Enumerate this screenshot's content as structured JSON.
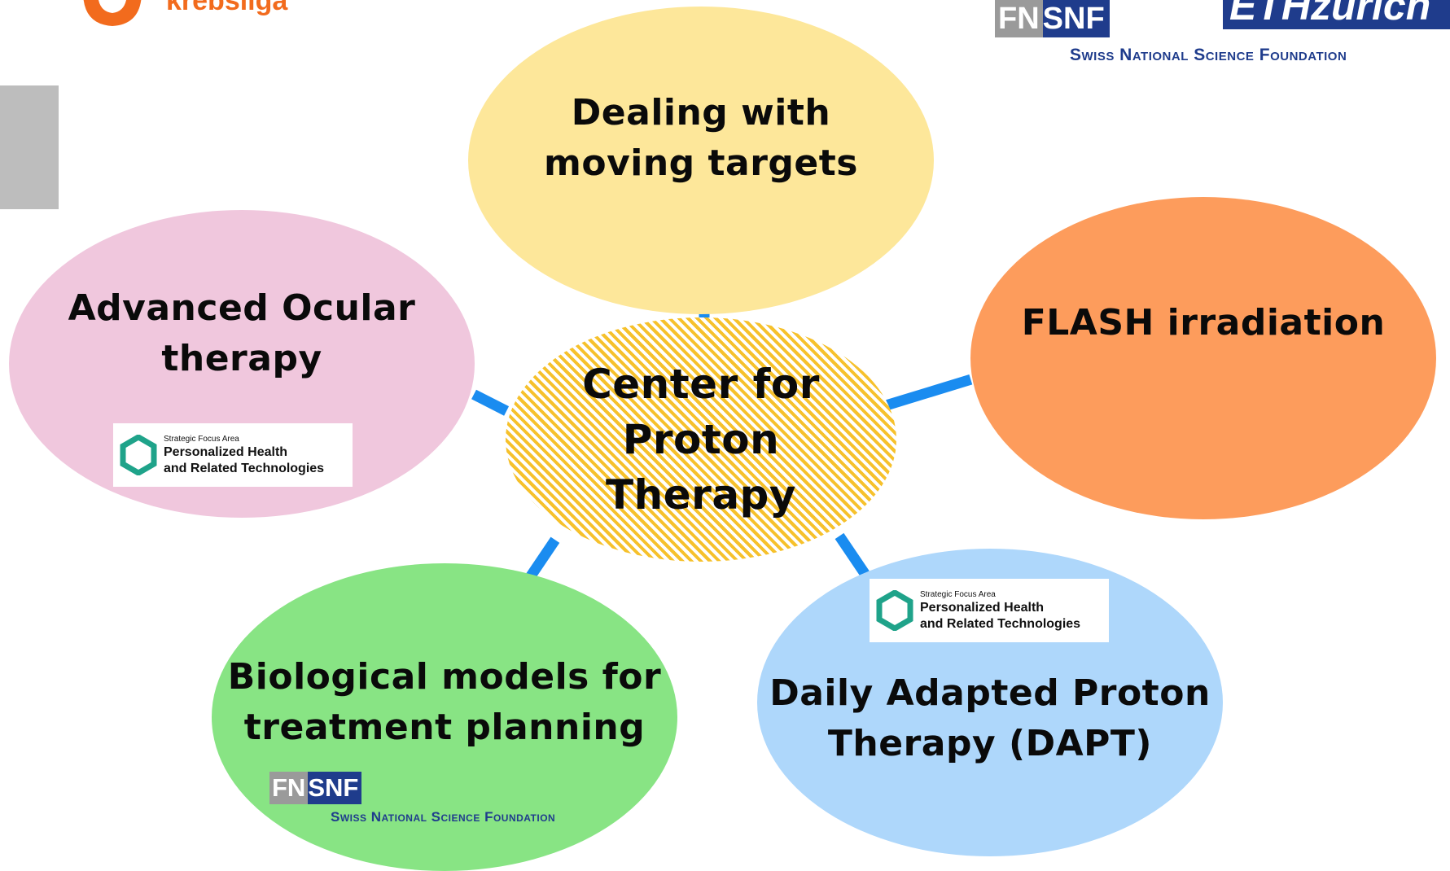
{
  "diagram": {
    "center": {
      "label_lines": [
        "Center for",
        "Proton",
        "Therapy"
      ]
    },
    "nodes": [
      {
        "id": "moving",
        "label_lines": [
          "Dealing with",
          "moving targets"
        ],
        "color": "#fde79a"
      },
      {
        "id": "ocular",
        "label_lines": [
          "Advanced Ocular",
          "therapy"
        ],
        "color": "#f0c7dd"
      },
      {
        "id": "flash",
        "label_lines": [
          "FLASH irradiation"
        ],
        "color": "#fd9c5c"
      },
      {
        "id": "bio",
        "label_lines": [
          "Biological models for",
          "treatment planning"
        ],
        "color": "#88e484"
      },
      {
        "id": "dapt",
        "label_lines": [
          "Daily Adapted Proton",
          "Therapy (DAPT)"
        ],
        "color": "#aed7fb"
      }
    ],
    "connector_color": "#1a8cf0",
    "center_pattern_color": "#f6c12c"
  },
  "logos": {
    "krebsliga": "krebsliga",
    "fnsnf_top": {
      "fn": "FN",
      "s": "S",
      "nf": "NF",
      "caption": "Swiss National Science Foundation"
    },
    "eth": "ETHzürich",
    "sfa": {
      "line1": "Strategic Focus Area",
      "line2": "Personalized Health",
      "line3": "and Related Technologies"
    },
    "fnsnf_bio": {
      "fn": "FN",
      "s": "S",
      "nf": "NF",
      "caption": "Swiss National Science Foundation"
    }
  }
}
